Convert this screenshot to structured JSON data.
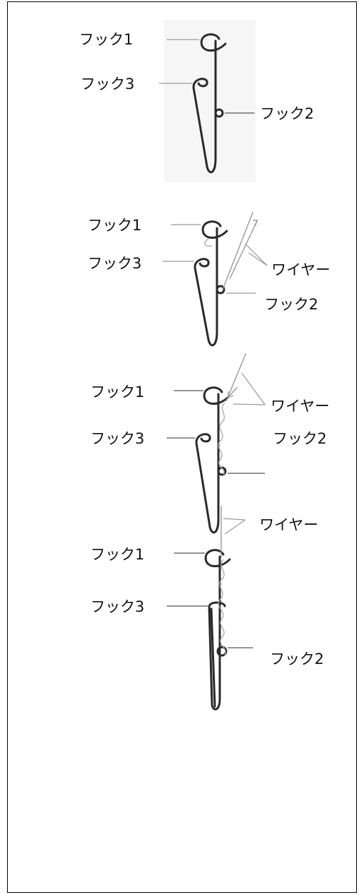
{
  "panels": [
    {
      "hook1_label": "フック1",
      "hook3_label": "フック3",
      "hook2_label": "フック2"
    },
    {
      "hook1_label": "フック1",
      "hook3_label": "フック3",
      "wire_label": "ワイヤー",
      "hook2_label": "フック2"
    },
    {
      "hook1_label": "フック1",
      "hook3_label": "フック3",
      "wire_label": "ワイヤー",
      "hook2_label": "フック2"
    },
    {
      "wire_label": "ワイヤー",
      "hook1_label": "フック1",
      "hook3_label": "フック3",
      "hook2_label": "フック2"
    }
  ]
}
